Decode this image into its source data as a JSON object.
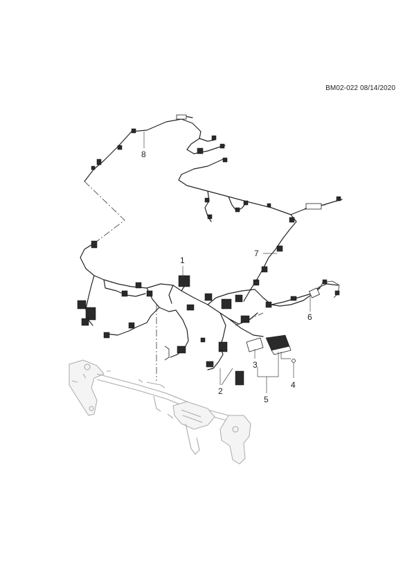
{
  "header": {
    "code": "BM02-022 08/14/2020"
  },
  "callouts": [
    {
      "id": "1",
      "label": "1"
    },
    {
      "id": "2",
      "label": "2"
    },
    {
      "id": "3",
      "label": "3"
    },
    {
      "id": "4",
      "label": "4"
    },
    {
      "id": "5",
      "label": "5"
    },
    {
      "id": "6",
      "label": "6"
    },
    {
      "id": "7",
      "label": "7"
    },
    {
      "id": "8",
      "label": "8"
    }
  ]
}
